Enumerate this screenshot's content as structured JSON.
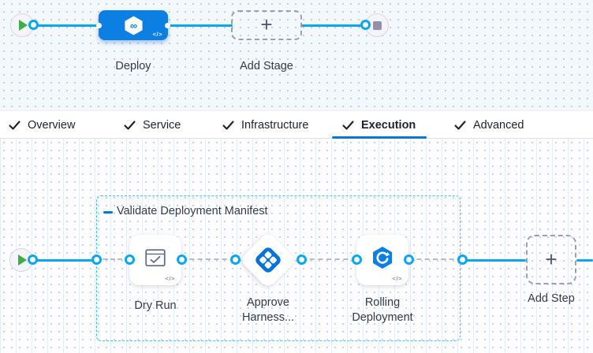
{
  "glyphs": {
    "code": "</>",
    "plus": "+",
    "infinity": "∞"
  },
  "pipeline": {
    "stage_label": "Deploy",
    "add_stage_label": "Add Stage"
  },
  "tabs": [
    {
      "label": "Overview"
    },
    {
      "label": "Service"
    },
    {
      "label": "Infrastructure"
    },
    {
      "label": "Execution",
      "active": true
    },
    {
      "label": "Advanced"
    }
  ],
  "execution": {
    "group_title": "Validate Deployment Manifest",
    "steps": [
      {
        "label": "Dry Run"
      },
      {
        "label": "Approve Harness..."
      },
      {
        "label": "Rolling Deployment"
      }
    ],
    "add_step_label": "Add Step"
  },
  "colors": {
    "accent_blue": "#0278d5",
    "line_blue": "#0aa7f0",
    "group_border_cyan": "#3fc5f3",
    "play_green": "#3fae49",
    "stop_gray": "#8f92aa"
  }
}
